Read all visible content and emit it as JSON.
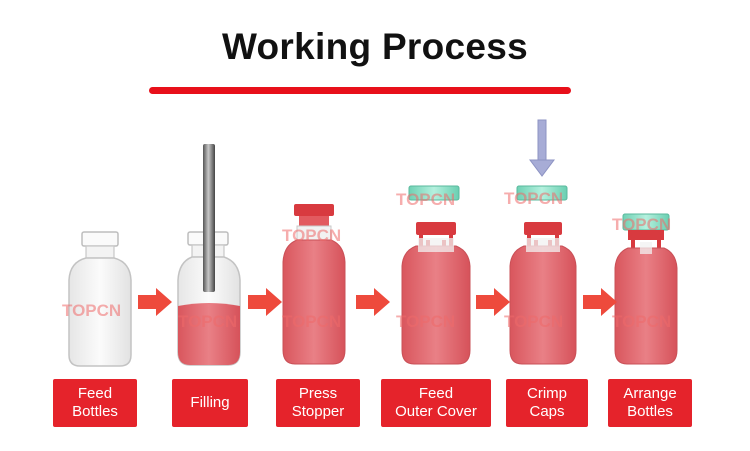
{
  "title": "Working Process",
  "watermark": "TOPCN",
  "colors": {
    "accent_red": "#e8101a",
    "label_bg": "#e5232b",
    "liquid": "#e06a70",
    "stopper": "#d83a3f",
    "cover": "#8fe0c8",
    "arrow": "#ee4a3c",
    "press_arrow": "#a7acd6"
  },
  "steps": [
    {
      "label": "Feed\nBottles"
    },
    {
      "label": "Filling"
    },
    {
      "label": "Press\nStopper"
    },
    {
      "label": "Feed\nOuter Cover"
    },
    {
      "label": "Crimp\nCaps"
    },
    {
      "label": "Arrange\nBottles"
    }
  ]
}
